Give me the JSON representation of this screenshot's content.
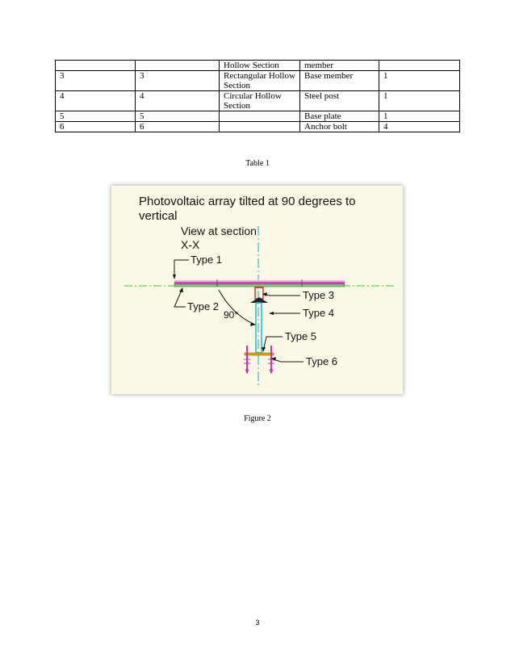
{
  "table": {
    "rows": [
      [
        "",
        "",
        "Hollow Section",
        "member",
        ""
      ],
      [
        "3",
        "3",
        "Rectangular Hollow Section",
        "Base member",
        "1"
      ],
      [
        "4",
        "4",
        "Circular Hollow Section",
        "Steel post",
        "1"
      ],
      [
        "5",
        "5",
        "",
        "Base plate",
        "1"
      ],
      [
        "6",
        "6",
        "",
        "Anchor bolt",
        "4"
      ]
    ]
  },
  "table_caption": "Table 1",
  "figure": {
    "title_line1": "Photovoltaic array tilted at 90 degrees to",
    "title_line2": "vertical",
    "view_line1": "View at section",
    "view_line2": "X-X",
    "labels": {
      "type1": "Type 1",
      "type2": "Type 2",
      "type3": "Type 3",
      "type4": "Type 4",
      "type5": "Type 5",
      "type6": "Type 6",
      "angle": "90°"
    },
    "colors": {
      "background": "#fbf8e6",
      "centerline": "#33cc33",
      "panel": "#e040c0",
      "post": "#00b8d8",
      "plate": "#e0a000",
      "bolt": "#d030b0",
      "bracket": "#cc0000"
    }
  },
  "figure_caption": "Figure 2",
  "page_number": "3"
}
